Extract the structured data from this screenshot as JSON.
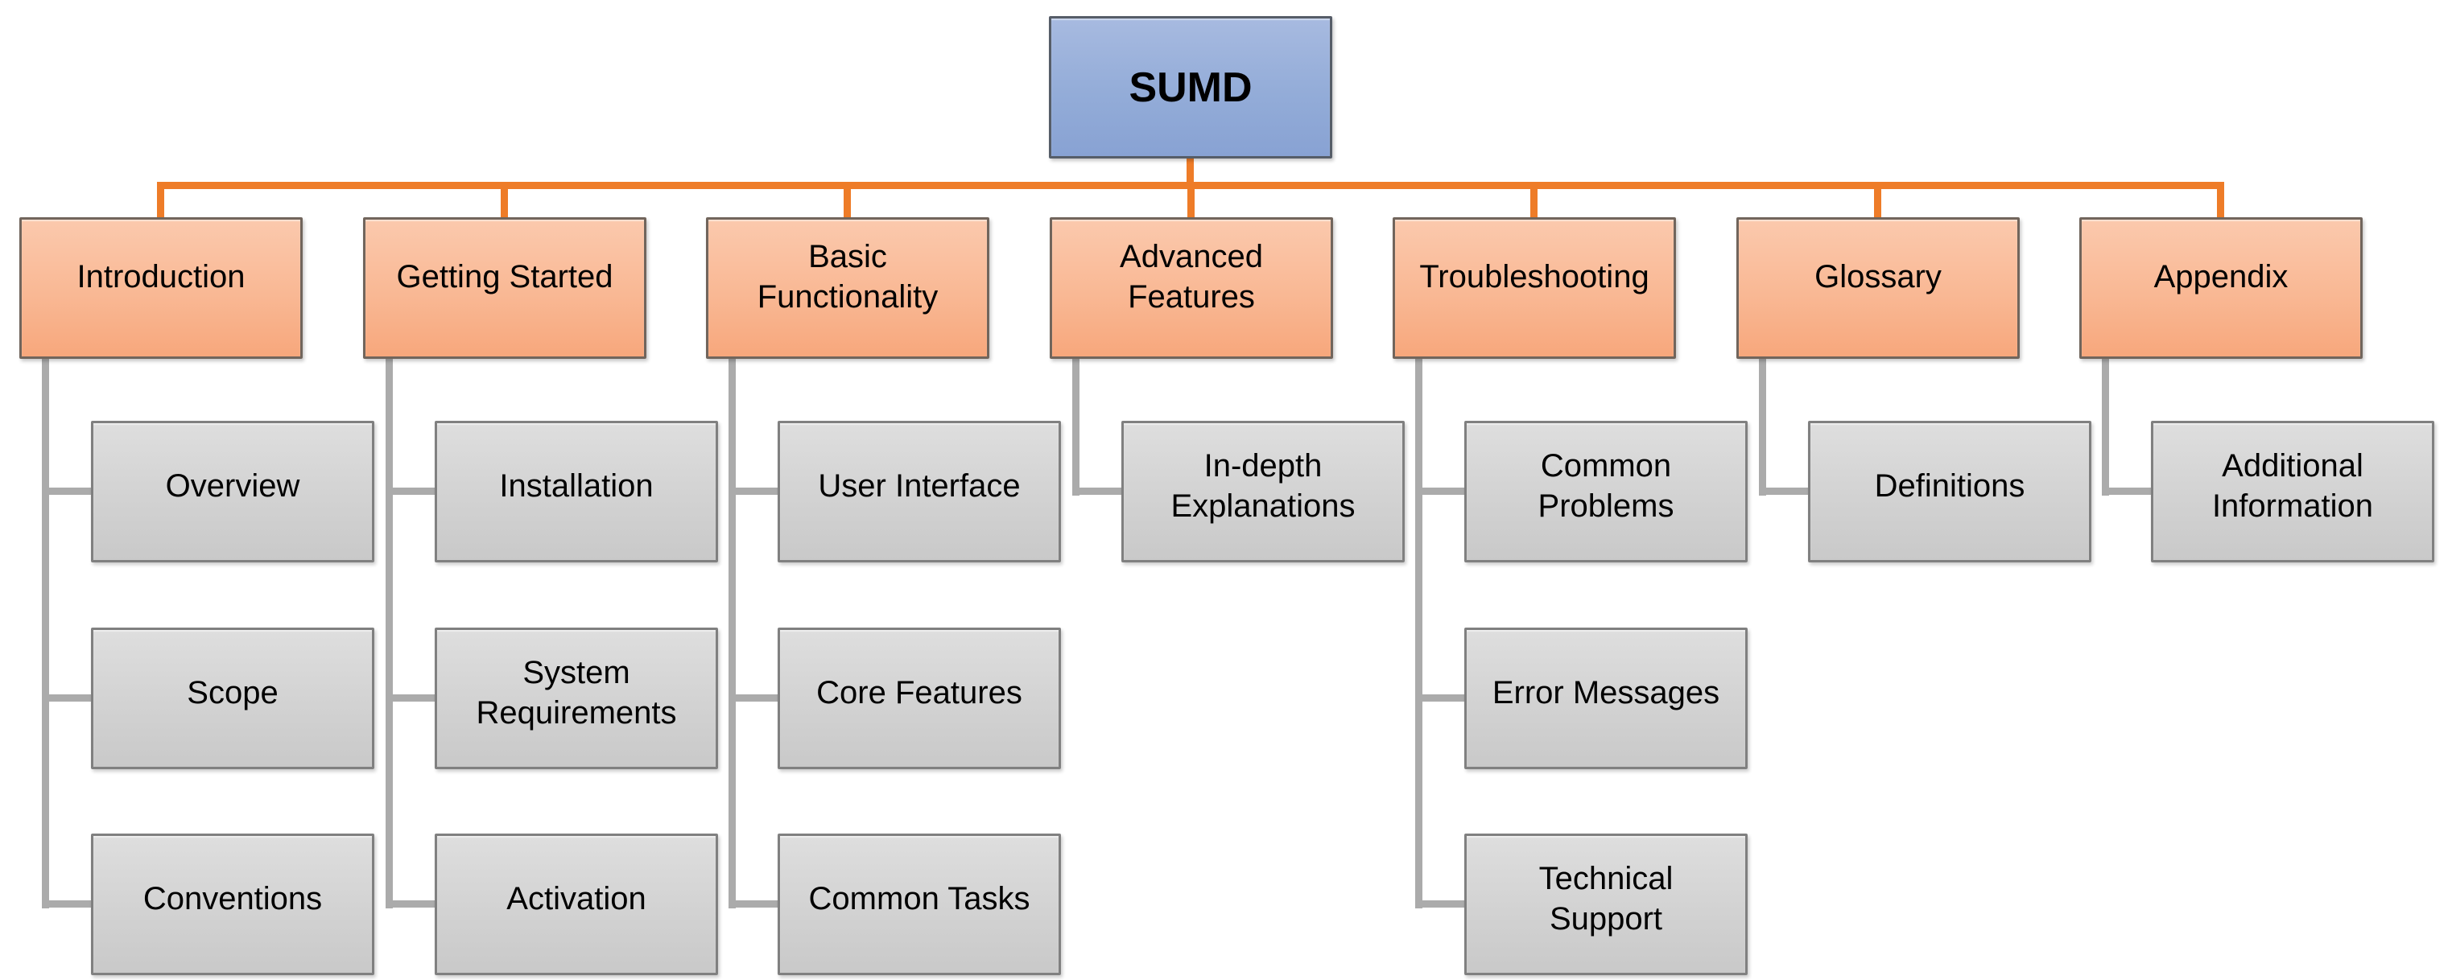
{
  "diagram": {
    "type": "hierarchy-org-chart",
    "root": {
      "label": "SUMD"
    },
    "branches": [
      {
        "label": "Introduction",
        "children": [
          "Overview",
          "Scope",
          "Conventions"
        ]
      },
      {
        "label": "Getting Started",
        "children": [
          "Installation",
          "System\nRequirements",
          "Activation"
        ]
      },
      {
        "label": "Basic\nFunctionality",
        "children": [
          "User Interface",
          "Core Features",
          "Common Tasks"
        ]
      },
      {
        "label": "Advanced\nFeatures",
        "children": [
          "In-depth\nExplanations"
        ]
      },
      {
        "label": "Troubleshooting",
        "children": [
          "Common\nProblems",
          "Error Messages",
          "Technical\nSupport"
        ]
      },
      {
        "label": "Glossary",
        "children": [
          "Definitions"
        ]
      },
      {
        "label": "Appendix",
        "children": [
          "Additional\nInformation"
        ]
      }
    ],
    "colors": {
      "root_fill_top": "#a7bae0",
      "root_fill_bottom": "#88a2d3",
      "root_border": "#565d68",
      "branch_fill_top": "#fbc9ad",
      "branch_fill_bottom": "#f7a77c",
      "branch_border": "#71655c",
      "child_fill_top": "#dedede",
      "child_fill_bottom": "#c9c9c9",
      "child_border": "#808080",
      "connector_orange": "#ee7c28",
      "connector_gray": "#ababab",
      "text": "#000000",
      "background": "#ffffff"
    }
  }
}
